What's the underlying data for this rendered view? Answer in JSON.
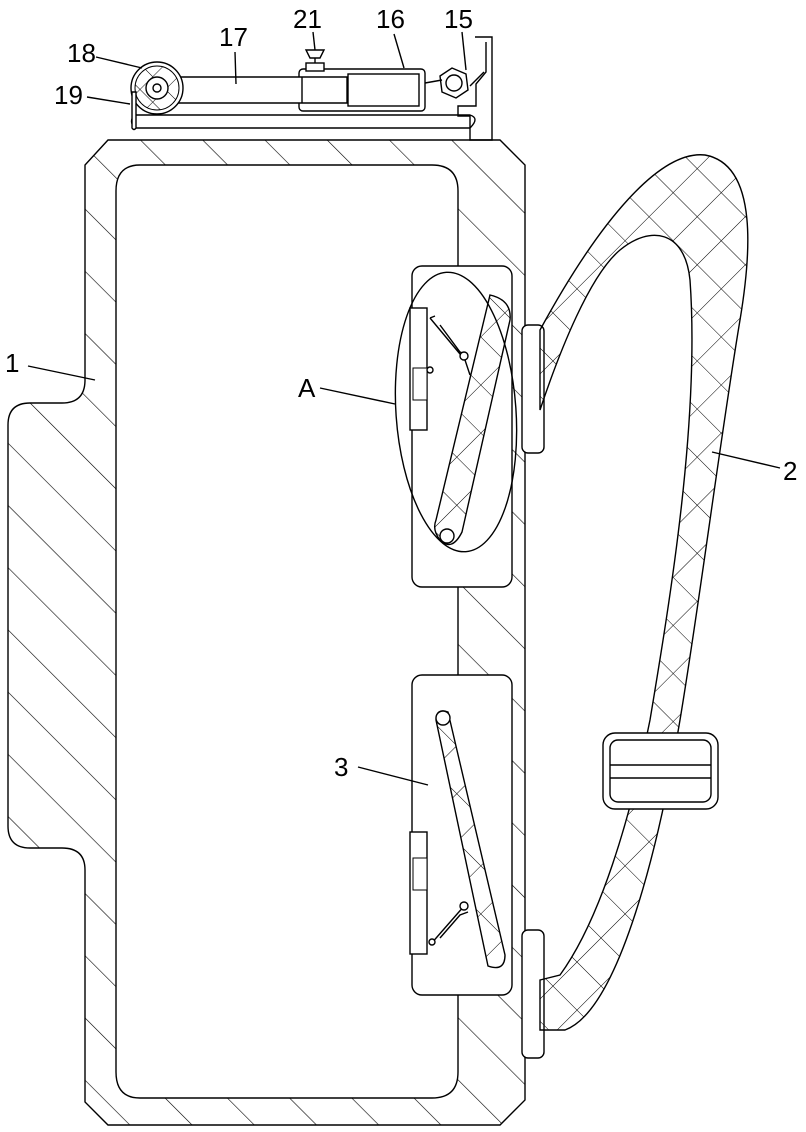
{
  "labels": {
    "l1": "1",
    "l2": "2",
    "l3": "3",
    "lA": "A",
    "l15": "15",
    "l16": "16",
    "l17": "17",
    "l18": "18",
    "l19": "19",
    "l21": "21"
  }
}
